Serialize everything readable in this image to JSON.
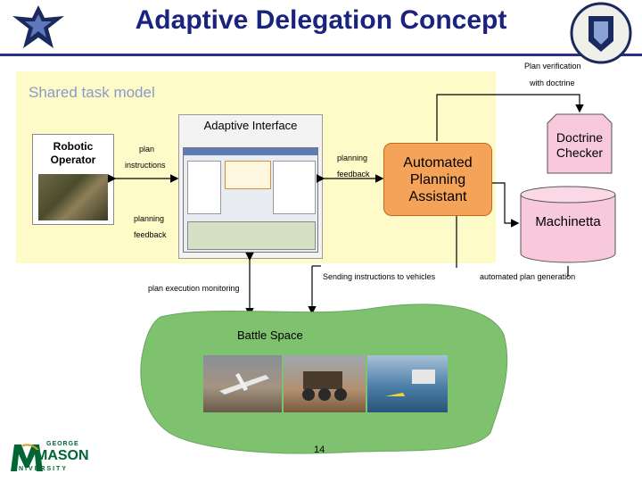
{
  "title": "Adaptive Delegation Concept",
  "shared_task_model": "Shared task model",
  "robotic_operator": "Robotic Operator",
  "adaptive_interface": "Adaptive Interface",
  "plan_instructions": [
    "plan",
    "instructions"
  ],
  "planning_feedback_left": [
    "planning",
    "feedback"
  ],
  "planning_feedback_right": [
    "planning",
    "feedback"
  ],
  "automated_planning_assistant": [
    "Automated",
    "Planning",
    "Assistant"
  ],
  "doctrine_checker": [
    "Doctrine",
    "Checker"
  ],
  "machinetta": "Machinetta",
  "plan_verification": [
    "Plan verification",
    "with doctrine"
  ],
  "sending_instructions": "Sending instructions to vehicles",
  "automated_plan_generation": "automated plan generation",
  "plan_execution_monitoring": "plan execution monitoring",
  "battle_space": "Battle Space",
  "page_number": "14",
  "gmu_logo": {
    "line1": "GEORGE",
    "line2": "MASON",
    "line3": "UNIVERSITY"
  },
  "colors": {
    "title": "#1a237e",
    "shared_bg": "#fffbc8",
    "apa_fill": "#f6a35a",
    "battle_fill": "#7ec16f",
    "gmu_green": "#006633",
    "gmu_gold": "#c9a227"
  }
}
